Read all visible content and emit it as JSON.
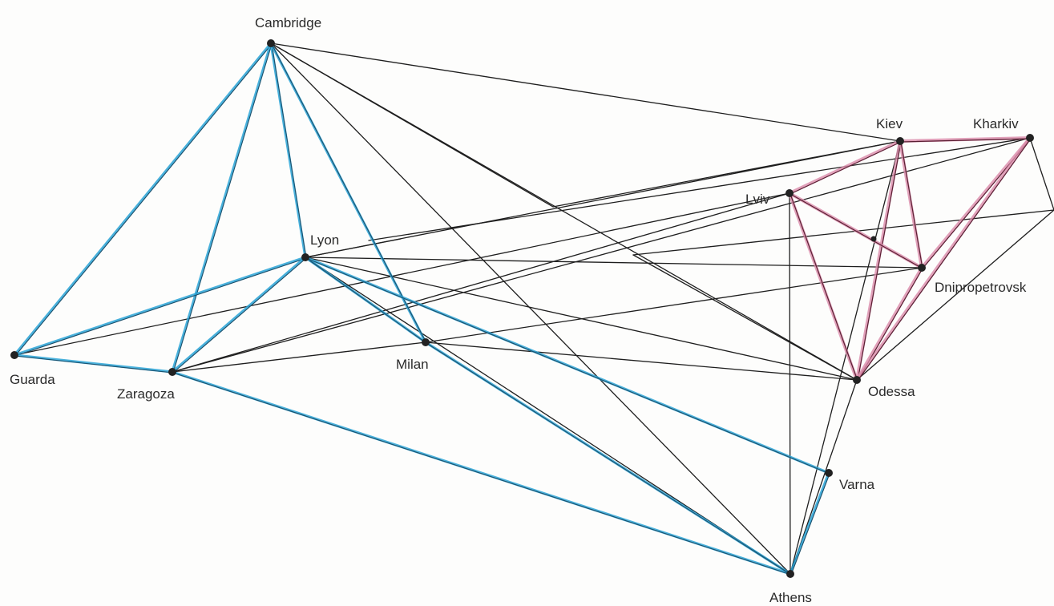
{
  "colors": {
    "background": "#fdfdfc",
    "black_line": "#1e1e1e",
    "blue_line": "#29a3d6",
    "pink_line": "#d98aa9",
    "node": "#222222",
    "label": "#2b2b2b"
  },
  "cities": {
    "cambridge": "Cambridge",
    "lyon": "Lyon",
    "guarda": "Guarda",
    "zaragoza": "Zaragoza",
    "milan": "Milan",
    "kiev": "Kiev",
    "kharkiv": "Kharkiv",
    "lviv": "Lviv",
    "dnipropetrovsk": "Dnipropetrovsk",
    "odessa": "Odessa",
    "varna": "Varna",
    "athens": "Athens"
  },
  "edges": {
    "blue": [
      [
        "cambridge",
        "guarda"
      ],
      [
        "cambridge",
        "zaragoza"
      ],
      [
        "cambridge",
        "lyon"
      ],
      [
        "cambridge",
        "milan"
      ],
      [
        "lyon",
        "guarda"
      ],
      [
        "lyon",
        "zaragoza"
      ],
      [
        "lyon",
        "milan"
      ],
      [
        "lyon",
        "varna"
      ],
      [
        "guarda",
        "zaragoza"
      ],
      [
        "zaragoza",
        "athens"
      ],
      [
        "milan",
        "athens"
      ],
      [
        "varna",
        "athens"
      ]
    ],
    "pink": [
      [
        "kiev",
        "kharkiv"
      ],
      [
        "kiev",
        "lviv"
      ],
      [
        "kiev",
        "odessa"
      ],
      [
        "kiev",
        "dnipropetrovsk"
      ],
      [
        "lviv",
        "dnipropetrovsk"
      ],
      [
        "lviv",
        "odessa"
      ],
      [
        "kharkiv",
        "dnipropetrovsk"
      ],
      [
        "dnipropetrovsk",
        "odessa"
      ],
      [
        "kharkiv",
        "odessa"
      ]
    ],
    "black": [
      [
        "cambridge",
        "athens"
      ],
      [
        "cambridge",
        "odessa"
      ],
      [
        "cambridge",
        "kiev"
      ],
      [
        "lyon",
        "athens"
      ],
      [
        "lyon",
        "odessa"
      ],
      [
        "lyon",
        "kiev"
      ],
      [
        "lyon",
        "dnipropetrovsk"
      ],
      [
        "zaragoza",
        "milan"
      ],
      [
        "zaragoza",
        "lviv"
      ],
      [
        "zaragoza",
        "kharkiv"
      ],
      [
        "guarda",
        "lviv"
      ],
      [
        "milan",
        "odessa"
      ],
      [
        "milan",
        "dnipropetrovsk"
      ],
      [
        "athens",
        "odessa"
      ],
      [
        "athens",
        "lviv"
      ],
      [
        "kiev",
        "athens"
      ]
    ]
  }
}
